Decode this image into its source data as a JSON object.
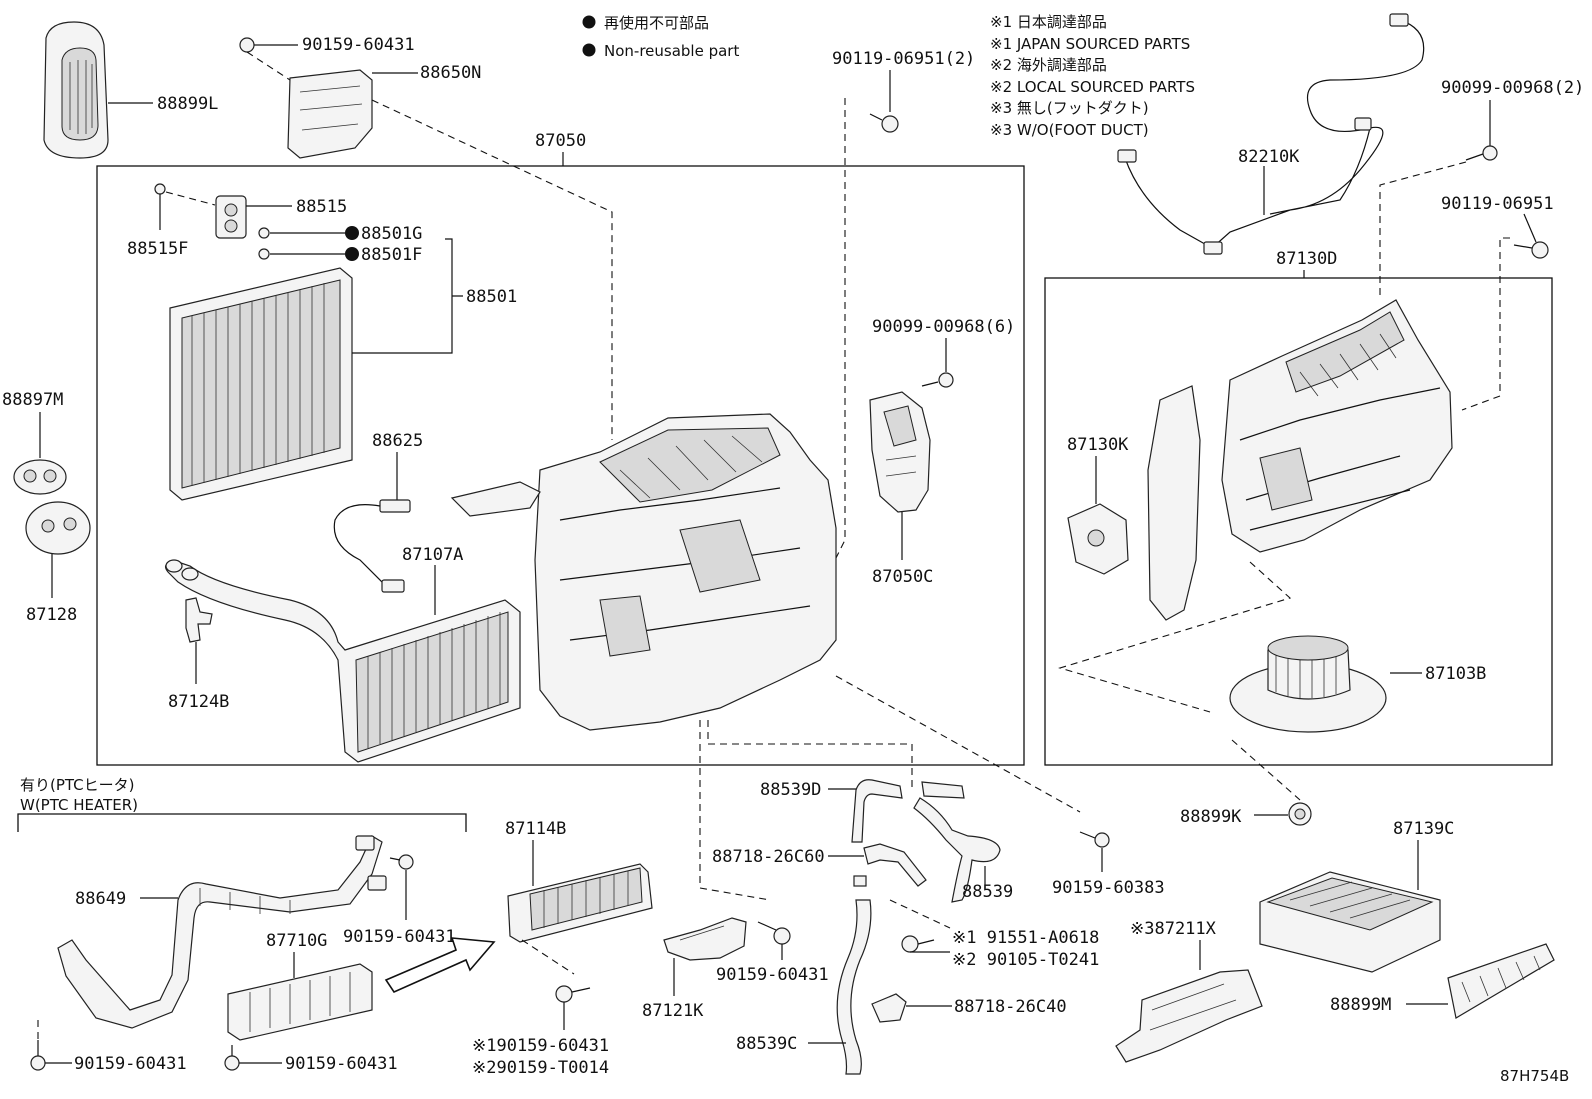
{
  "legend": {
    "non_reusable_jp": "再使用不可部品",
    "non_reusable_en": "Non-reusable part",
    "notes": [
      "※1 日本調達部品",
      "※1 JAPAN SOURCED PARTS",
      "※2 海外調達部品",
      "※2 LOCAL SOURCED PARTS",
      "※3 無し(フットダクト)",
      "※3 W/O(FOOT DUCT)"
    ]
  },
  "variant_label": {
    "jp": "有り(PTCヒータ)",
    "en": "W(PTC HEATER)"
  },
  "part_labels": {
    "p88899L": "88899L",
    "p90159_60431_top": "90159-60431",
    "p88650N": "88650N",
    "p87050": "87050",
    "p90119_06951_2": "90119-06951(2)",
    "p88515": "88515",
    "p88515F": "88515F",
    "p88501G": "88501G",
    "p88501F": "88501F",
    "p88501": "88501",
    "p88897M": "88897M",
    "p87128": "87128",
    "p88625": "88625",
    "p87107A": "87107A",
    "p87124B": "87124B",
    "p90099_00968_6": "90099-00968(6)",
    "p87050C": "87050C",
    "p82210K": "82210K",
    "p90099_00968_2": "90099-00968(2)",
    "p90119_06951": "90119-06951",
    "p87130D": "87130D",
    "p87130K": "87130K",
    "p87103B": "87103B",
    "p88539D": "88539D",
    "p88718_26C60": "88718-26C60",
    "p88539": "88539",
    "p90159_60383": "90159-60383",
    "p88899K": "88899K",
    "p87139C": "87139C",
    "p88649": "88649",
    "p90159_60431_a": "90159-60431",
    "p87710G": "87710G",
    "p90159_60431_b": "90159-60431",
    "p90159_60431_c": "90159-60431",
    "p87114B": "87114B",
    "p87121K": "87121K",
    "p90159_60431_d": "90159-60431",
    "p90159_60431_e": "※190159-60431",
    "p90159_T0014": "※290159-T0014",
    "p91551_A0618": "※1 91551-A0618",
    "p90105_T0241": "※2 90105-T0241",
    "p88718_26C40": "88718-26C40",
    "p88539C": "88539C",
    "p87211X": "※387211X",
    "p88899M": "88899M"
  },
  "illustration_code": "87H754B",
  "colors": {
    "ink": "#111111",
    "fill": "#f4f4f4",
    "shade": "#d9d9d9"
  }
}
